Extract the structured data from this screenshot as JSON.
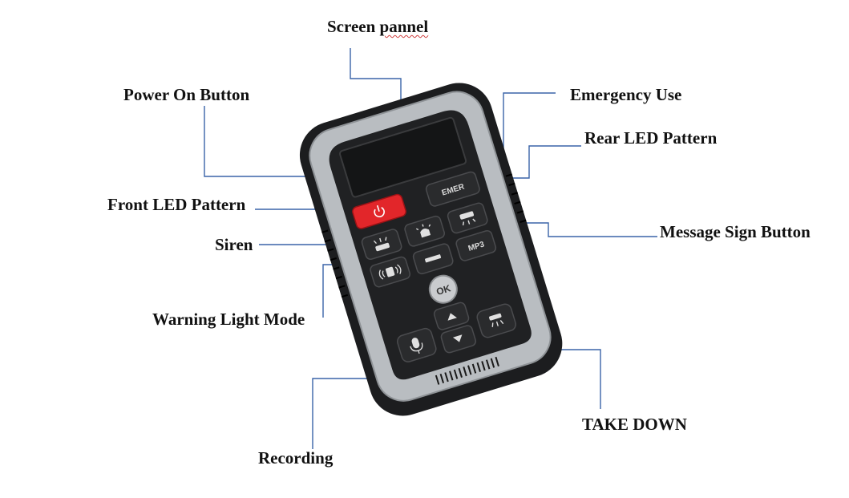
{
  "labels": {
    "screen_panel_a": "Screen ",
    "screen_panel_b": "pannel",
    "power_on": "Power On Button",
    "emergency": "Emergency Use",
    "rear_led": "Rear LED Pattern",
    "front_led": "Front LED Pattern",
    "message_sign": "Message Sign Button",
    "siren": "Siren",
    "warning_light": "Warning Light Mode",
    "take_down": "TAKE DOWN",
    "recording": "Recording"
  },
  "device": {
    "emer_label": "EMER",
    "mp3_label": "MP3",
    "ok_label": "OK",
    "power_icon": "power-icon",
    "colors": {
      "power_button": "#e2262a",
      "leader_line": "#3a64a8",
      "frame": "#b9bdc1",
      "body": "#1c1d1f"
    }
  }
}
